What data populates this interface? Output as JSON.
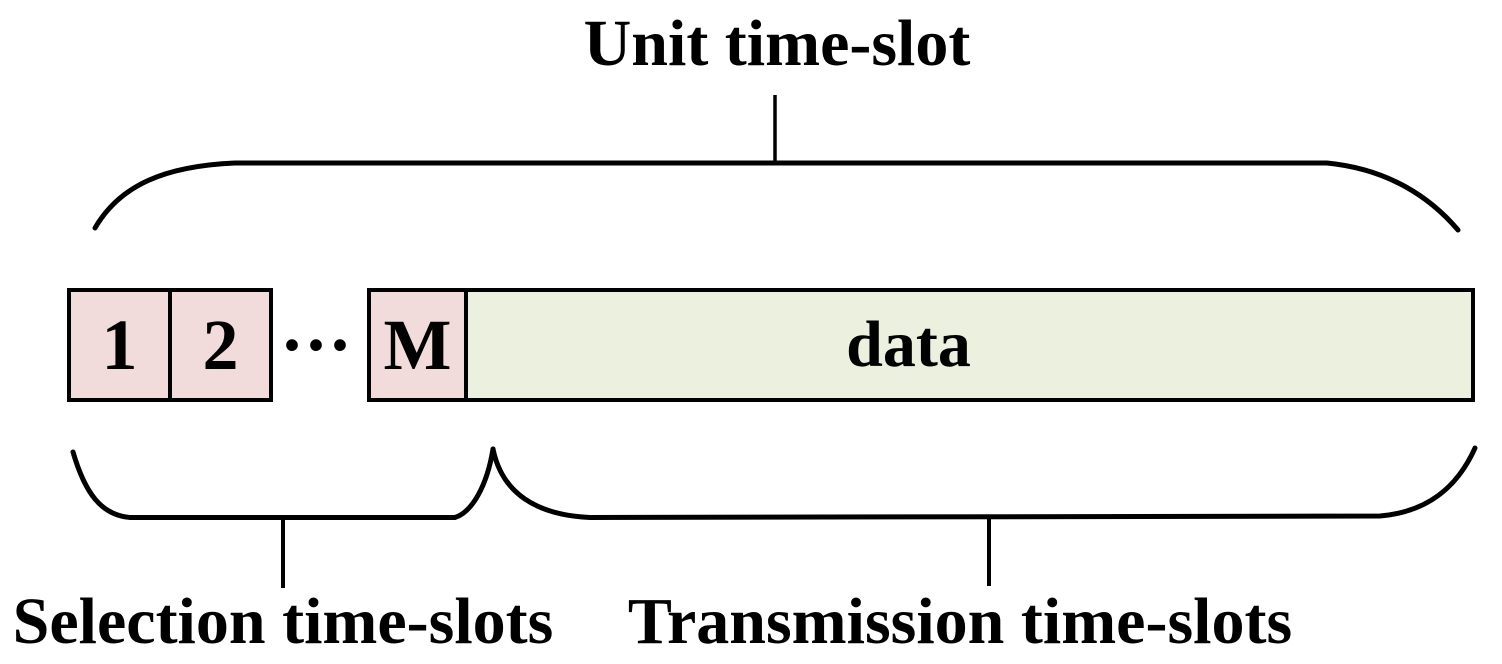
{
  "title": "Unit time-slot",
  "frame": {
    "selection_slots": [
      {
        "label": "1"
      },
      {
        "label": "2"
      },
      {
        "label": "M"
      }
    ],
    "ellipsis": "···",
    "data_slot": {
      "label": "data"
    }
  },
  "captions": {
    "selection": "Selection time-slots",
    "transmission": "Transmission time-slots"
  },
  "colors": {
    "selection_fill": "#F2DCDB",
    "data_fill": "#EBF1DE",
    "stroke": "#000000",
    "background": "#FFFFFF",
    "text": "#000000"
  }
}
